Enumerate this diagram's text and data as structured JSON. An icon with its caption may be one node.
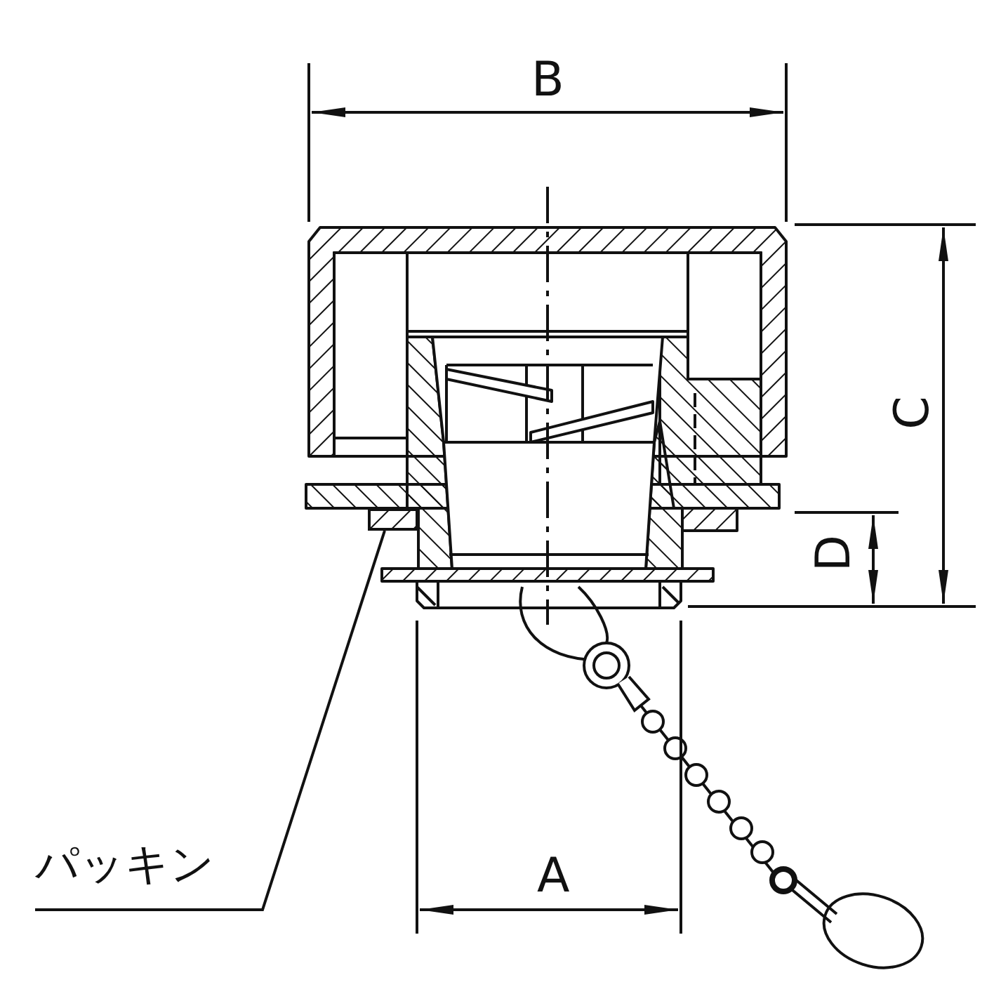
{
  "diagram": {
    "nodes": [
      {
        "text": [
          "パッキン"
        ]
      },
      {
        "text": [],
        "shape": "bar"
      }
    ],
    "edges": [
      {
        "from": 0,
        "to": 1,
        "arrow": "none"
      }
    ],
    "labels": [
      "B",
      "C",
      "D",
      "A"
    ]
  }
}
